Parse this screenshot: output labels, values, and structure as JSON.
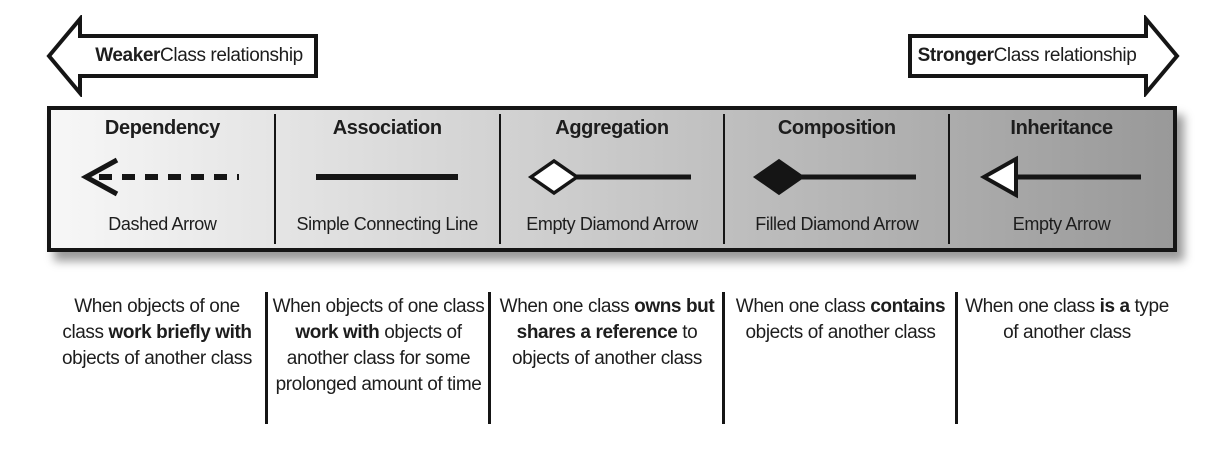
{
  "header": {
    "weaker": [
      {
        "t": "Weaker",
        "b": true
      },
      {
        "t": " Class relationship",
        "b": false
      }
    ],
    "stronger": [
      {
        "t": "Stronger",
        "b": true
      },
      {
        "t": " Class relationship",
        "b": false
      }
    ]
  },
  "columns": [
    {
      "title": "Dependency",
      "symbol": "dashed-arrow",
      "label": "Dashed Arrow",
      "description": [
        {
          "t": "When objects of one class ",
          "b": false
        },
        {
          "t": "work briefly with",
          "b": true
        },
        {
          "t": " objects of another class",
          "b": false
        }
      ]
    },
    {
      "title": "Association",
      "symbol": "simple-connecting-line",
      "label": "Simple Connecting Line",
      "description": [
        {
          "t": "When objects of one class ",
          "b": false
        },
        {
          "t": "work with",
          "b": true
        },
        {
          "t": " objects of another class for some prolonged amount of time",
          "b": false
        }
      ]
    },
    {
      "title": "Aggregation",
      "symbol": "empty-diamond-arrow",
      "label": "Empty Diamond Arrow",
      "description": [
        {
          "t": "When one class ",
          "b": false
        },
        {
          "t": "owns but shares a reference",
          "b": true
        },
        {
          "t": " to objects of another class",
          "b": false
        }
      ]
    },
    {
      "title": "Composition",
      "symbol": "filled-diamond-arrow",
      "label": "Filled Diamond Arrow",
      "description": [
        {
          "t": "When one class ",
          "b": false
        },
        {
          "t": "contains",
          "b": true
        },
        {
          "t": " objects of another class",
          "b": false
        }
      ]
    },
    {
      "title": "Inheritance",
      "symbol": "empty-arrow",
      "label": "Empty Arrow",
      "description": [
        {
          "t": "When one class ",
          "b": false
        },
        {
          "t": "is a",
          "b": true
        },
        {
          "t": " type of another class",
          "b": false
        }
      ]
    }
  ],
  "colors": {
    "strip_gradient_left": "#f7f7f7",
    "strip_gradient_right": "#999999",
    "border": "#151515",
    "text": "#1d1d1d",
    "shadow": "rgba(0,0,0,0.40)"
  }
}
